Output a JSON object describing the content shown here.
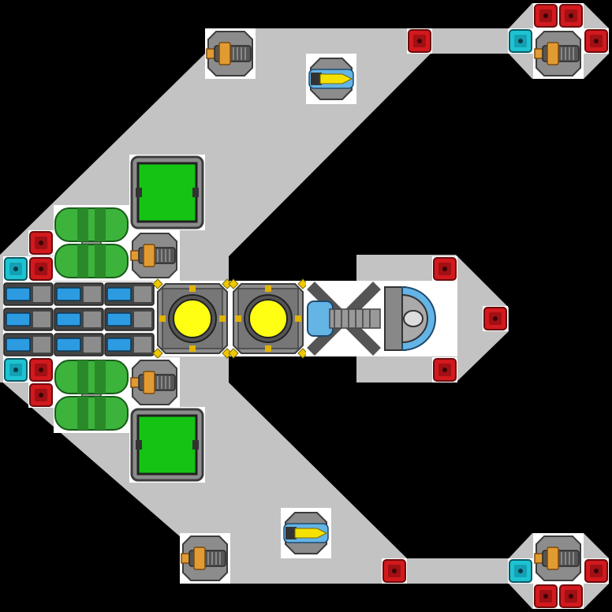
{
  "scene": {
    "type": "ship-blueprint",
    "orientation": "facing-right"
  },
  "palette": {
    "background": "#000000",
    "hull": "#c3c3c3",
    "tile_bg": "#ffffff",
    "armor_red": "#d2191e",
    "armor_cyan": "#1ec3d2",
    "tank_green": "#3cb43c",
    "reactor_yellow": "#ffff14",
    "storage_green": "#14c314",
    "battery_blue": "#2d9be1",
    "thruster_orange": "#e19b32",
    "missile_yellow": "#f5e100",
    "metal_dark": "#555555",
    "metal_mid": "#8c8c8c",
    "cannon_blue": "#64b4e6"
  },
  "components": [
    {
      "kind": "red-armor"
    },
    {
      "kind": "cyan-armor"
    },
    {
      "kind": "thruster"
    },
    {
      "kind": "missile-launcher"
    },
    {
      "kind": "cargo-storage"
    },
    {
      "kind": "fuel-tank"
    },
    {
      "kind": "battery"
    },
    {
      "kind": "reactor"
    },
    {
      "kind": "railgun"
    },
    {
      "kind": "shield-core"
    }
  ]
}
